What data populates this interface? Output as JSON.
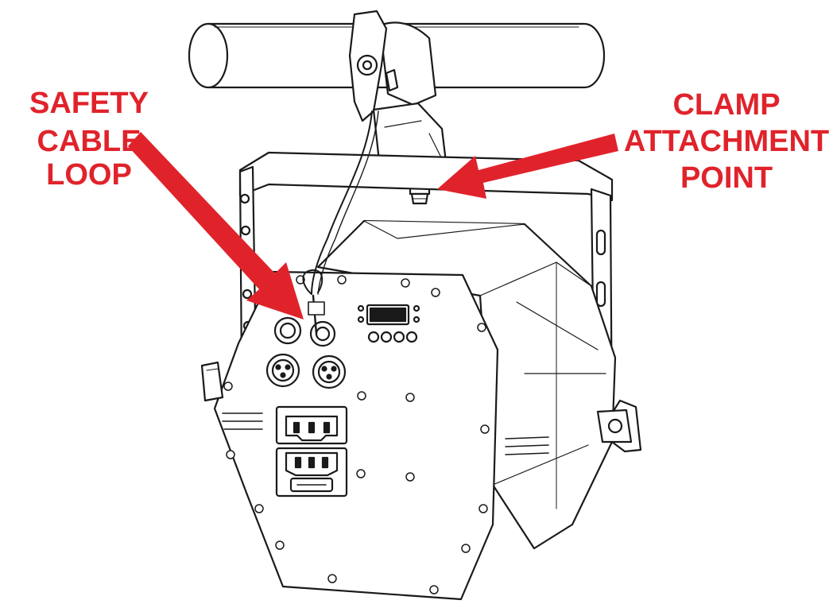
{
  "callouts": {
    "safety_cable": {
      "lines": [
        "SAFETY",
        "CABLE",
        "LOOP"
      ]
    },
    "clamp_point": {
      "lines": [
        "CLAMP",
        "ATTACHMENT",
        "POINT"
      ]
    }
  },
  "colors": {
    "callout": "#e0232b",
    "line": "#1a1a1a",
    "background": "#ffffff"
  }
}
